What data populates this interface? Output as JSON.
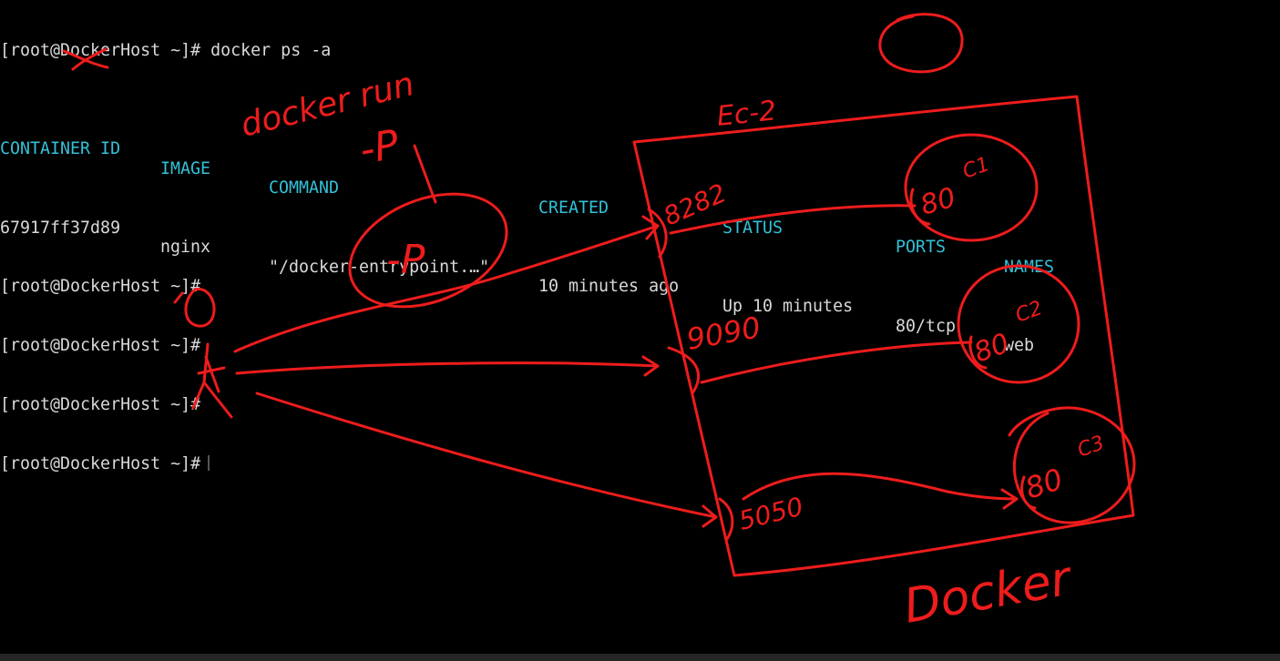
{
  "terminal": {
    "prompt": "[root@DockerHost ~]#",
    "command": "docker ps -a",
    "headers": {
      "container_id": "CONTAINER ID",
      "image": "IMAGE",
      "command": "COMMAND",
      "created": "CREATED",
      "status": "STATUS",
      "ports": "PORTS",
      "names": "NAMES"
    },
    "row": {
      "container_id": "67917ff37d89",
      "image": "nginx",
      "command": "\"/docker-entrypoint.…\"",
      "created": "10 minutes ago",
      "status": "Up 10 minutes",
      "ports": "80/tcp",
      "names": "web"
    },
    "prompt_lines": [
      "[root@DockerHost ~]#",
      "[root@DockerHost ~]#",
      "[root@DockerHost ~]#",
      "[root@DockerHost ~]#"
    ]
  },
  "annotations": {
    "ink_color": "#ee1c1c",
    "docker_run": "docker run",
    "p_flag_top": "-P",
    "p_flag_circled": "-P",
    "ec2_label": "Ec-2",
    "host_ports": [
      "8282",
      "9090",
      "5050"
    ],
    "container_ports": [
      "80",
      "80",
      "80"
    ],
    "container_names": [
      "C1",
      "C2",
      "C3"
    ],
    "docker_label": "Docker"
  },
  "colors": {
    "background": "#000000",
    "terminal_text": "#d9d9d9",
    "header_text": "#33c1d8"
  }
}
